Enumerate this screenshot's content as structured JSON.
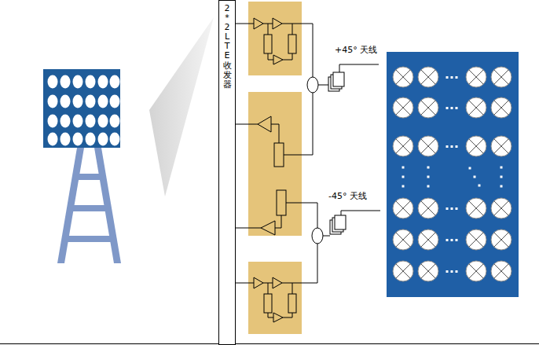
{
  "diagram": {
    "nodes": [
      {
        "text": [
          "2*2LTE 收发器"
        ]
      }
    ],
    "labels": [
      "+45° 天线",
      "-45° 天线"
    ]
  }
}
